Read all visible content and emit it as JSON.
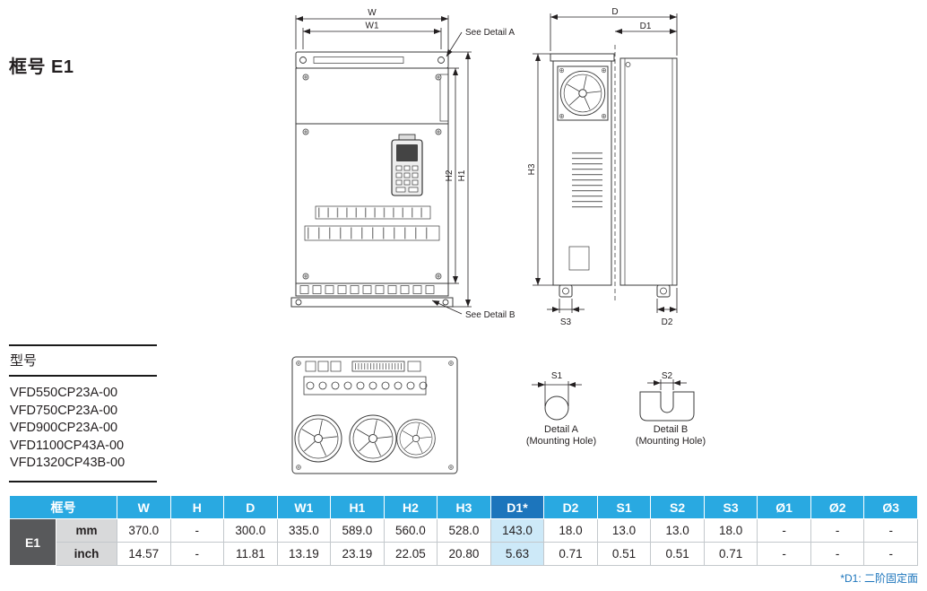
{
  "page": {
    "title": "框号 E1",
    "footnote": "*D1: 二阶固定面"
  },
  "models": {
    "heading": "型号",
    "items": [
      "VFD550CP23A-00",
      "VFD750CP23A-00",
      "VFD900CP23A-00",
      "VFD1100CP43A-00",
      "VFD1320CP43B-00"
    ]
  },
  "drawings": {
    "front": {
      "w": "W",
      "w1": "W1",
      "h1": "H1",
      "h2": "H2",
      "see_a": "See Detail A",
      "see_b": "See Detail B"
    },
    "side": {
      "d": "D",
      "d1": "D1",
      "h3": "H3",
      "s3": "S3",
      "d2": "D2"
    },
    "detail_a": {
      "dim": "S1",
      "title": "Detail A",
      "subtitle": "(Mounting Hole)"
    },
    "detail_b": {
      "dim": "S2",
      "title": "Detail B",
      "subtitle": "(Mounting Hole)"
    }
  },
  "table": {
    "headers": [
      "框号",
      "W",
      "H",
      "D",
      "W1",
      "H1",
      "H2",
      "H3",
      "D1*",
      "D2",
      "S1",
      "S2",
      "S3",
      "Ø1",
      "Ø2",
      "Ø3"
    ],
    "frame_label": "E1",
    "rows": [
      {
        "unit": "mm",
        "values": [
          "370.0",
          "-",
          "300.0",
          "335.0",
          "589.0",
          "560.0",
          "528.0",
          "143.0",
          "18.0",
          "13.0",
          "13.0",
          "18.0",
          "-",
          "-",
          "-"
        ]
      },
      {
        "unit": "inch",
        "values": [
          "14.57",
          "-",
          "11.81",
          "13.19",
          "23.19",
          "22.05",
          "20.80",
          "5.63",
          "0.71",
          "0.51",
          "0.51",
          "0.71",
          "-",
          "-",
          "-"
        ]
      }
    ]
  },
  "colors": {
    "header_blue": "#29A9E1",
    "d1_header_blue": "#1C75BC",
    "d1_cell_blue": "#CDE9F8",
    "frame_cell_gray": "#58595B",
    "unit_cell_gray": "#D8D9DA",
    "footnote_blue": "#1C75BC"
  }
}
